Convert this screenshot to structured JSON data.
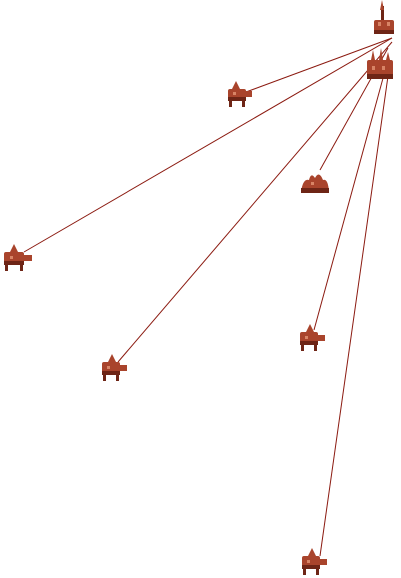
{
  "scene": {
    "background_color": "#ffffff",
    "route_color": "#8b1a10",
    "unit_color": "#a9442c",
    "unit_shadow_color": "#6e2516",
    "unit_highlight_color": "#d88466"
  },
  "hub": {
    "icon": "castle-spire-icon",
    "label": ""
  },
  "hub_secondary": {
    "icon": "fortress-icon",
    "label": ""
  },
  "units": [
    {
      "id": "unit-1",
      "icon": "walker-unit-icon",
      "label": ""
    },
    {
      "id": "unit-2",
      "icon": "walker-unit-icon",
      "label": ""
    },
    {
      "id": "unit-3",
      "icon": "mound-structure-icon",
      "label": ""
    },
    {
      "id": "unit-4",
      "icon": "walker-unit-icon",
      "label": ""
    },
    {
      "id": "unit-5",
      "icon": "walker-unit-icon",
      "label": ""
    },
    {
      "id": "unit-6",
      "icon": "walker-unit-icon",
      "label": ""
    }
  ]
}
